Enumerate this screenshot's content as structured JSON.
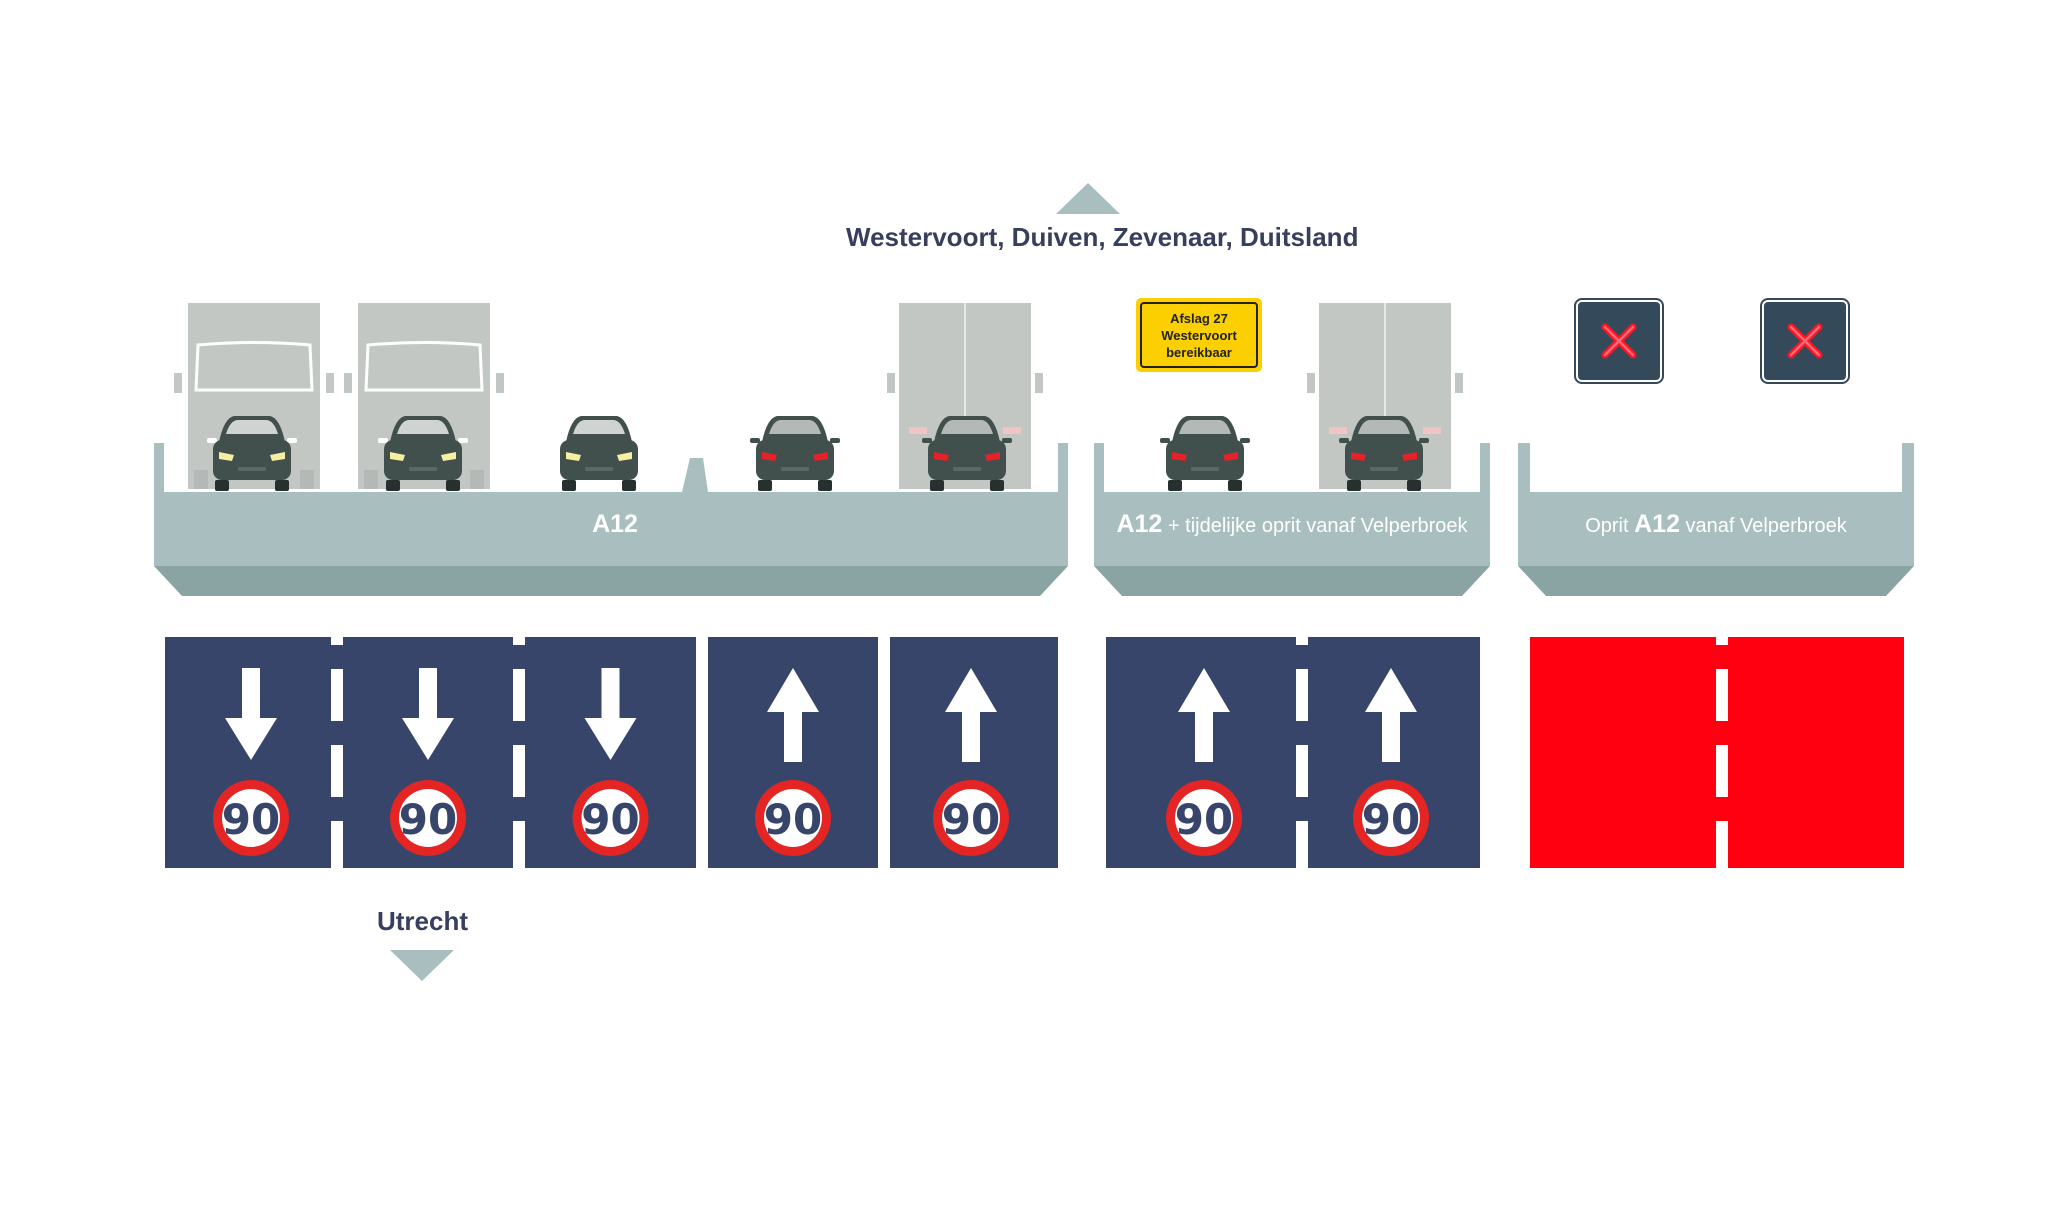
{
  "directions": {
    "north": "Westervoort, Duiven, Zevenaar, Duitsland",
    "south": "Utrecht"
  },
  "roads": [
    {
      "big": "A12",
      "suffix": ""
    },
    {
      "big": "A12",
      "suffix": "+ tijdelijke oprit vanaf Velperbroek"
    },
    {
      "prefix": "Oprit",
      "big": "A12",
      "suffix": "vanaf Velperbroek"
    }
  ],
  "exit_sign": {
    "lines": [
      "Afslag 27",
      "Westervoort",
      "bereikbaar"
    ]
  },
  "lanes": [
    {
      "arrow": "down",
      "speed": "90",
      "status": "open"
    },
    {
      "arrow": "down",
      "speed": "90",
      "status": "open"
    },
    {
      "arrow": "down",
      "speed": "90",
      "status": "open"
    },
    {
      "arrow": "up",
      "speed": "90",
      "status": "open"
    },
    {
      "arrow": "up",
      "speed": "90",
      "status": "open"
    },
    {
      "arrow": "up",
      "speed": "90",
      "status": "open"
    },
    {
      "arrow": "up",
      "speed": "90",
      "status": "open"
    },
    {
      "arrow": "",
      "speed": "",
      "status": "closed"
    },
    {
      "arrow": "",
      "speed": "",
      "status": "closed"
    }
  ],
  "lane_signals": [
    "closed-x",
    "closed-x"
  ],
  "colors": {
    "lane_open": "#37456b",
    "lane_closed": "#fe0010",
    "deck": "#a9bebe",
    "deck_dark": "#8aa3a3",
    "vehicle_body": "#c3c7c4",
    "car": "#41504d",
    "speed_ring": "#e52424"
  }
}
